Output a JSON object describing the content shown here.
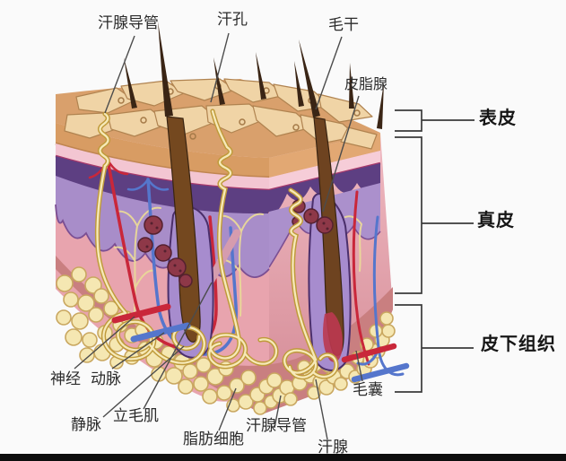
{
  "figure": {
    "title": "skin cross-section anatomy diagram",
    "labels": {
      "sweat_duct_top": "汗腺导管",
      "sweat_pore": "汗孔",
      "hair_shaft": "毛干",
      "sebaceous_gland": "皮脂腺",
      "epidermis": "表皮",
      "dermis": "真皮",
      "subcutaneous": "皮下组织",
      "nerve": "神经",
      "artery": "动脉",
      "vein": "静脉",
      "arrector_pili": "立毛肌",
      "fat_cells": "脂肪细胞",
      "sweat_duct_bottom": "汗腺导管",
      "sweat_gland": "汗腺",
      "hair_follicle": "毛囊"
    },
    "colors": {
      "background": "#fafafa",
      "bottom_bar": "#0e0e0e",
      "top_skin_tan": "#d9a06c",
      "skin_cell": "#f0d4a6",
      "epidermis_pink_strip": "#f3c6d2",
      "basal_purple": "#5d3f82",
      "papillary_purple": "#a88dc9",
      "dermis_pink": "#e8a4ae",
      "subcutis_rose": "#c97f80",
      "fat_cell_fill": "#f5e7b2",
      "fat_cell_line": "#c9a75f",
      "hair_brown": "#3a2515",
      "follicle_sheath": "#a78cce",
      "sebaceous_maroon": "#8e3848",
      "artery_red": "#c9273a",
      "vein_blue": "#5576cc",
      "nerve_yellow": "#ead998",
      "duct_yellow": "#bf9a3a",
      "label_text": "#2b2b2b"
    }
  }
}
